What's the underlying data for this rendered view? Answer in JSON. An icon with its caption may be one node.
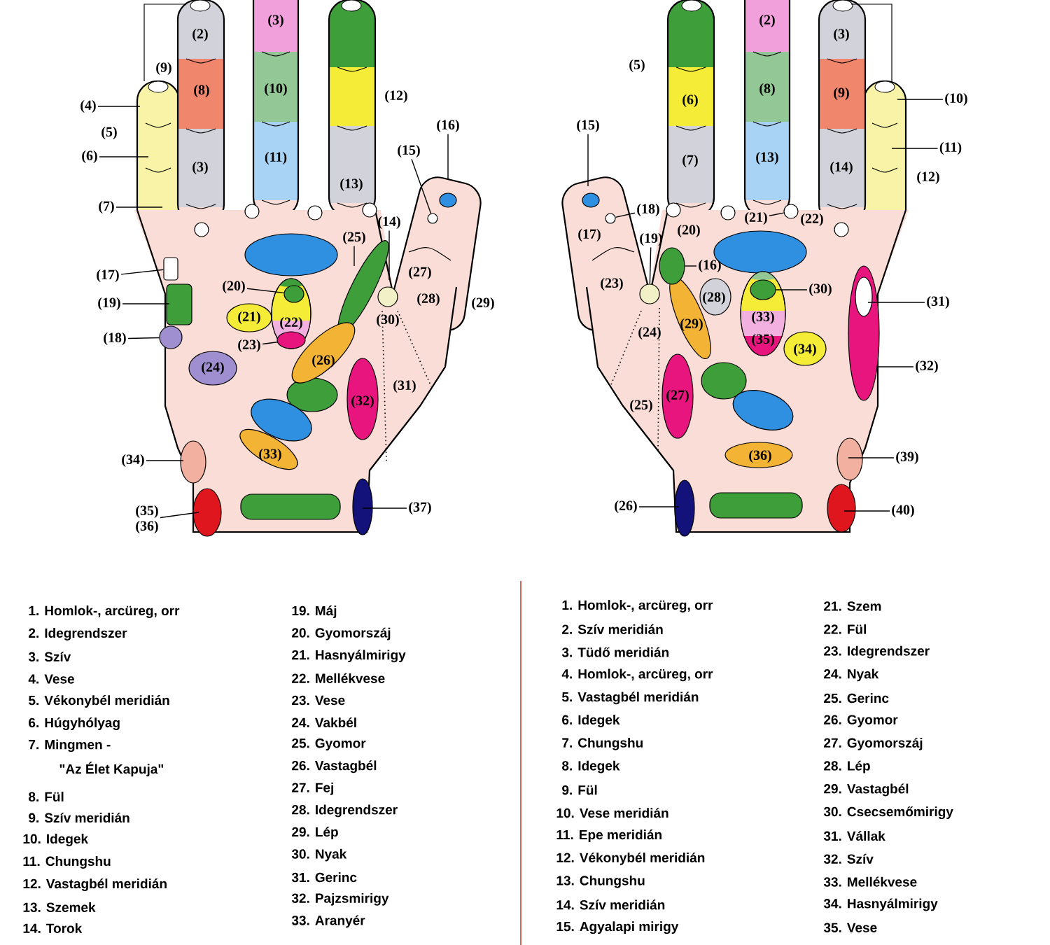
{
  "diagram": {
    "nodes": [
      {
        "text": [
          "(4)"
        ]
      },
      {
        "text": [
          "(6)"
        ]
      },
      {
        "text": [
          "(7)"
        ]
      },
      {
        "text": [
          "(17)"
        ]
      },
      {
        "text": [
          "(19)"
        ]
      },
      {
        "text": [
          "(18)"
        ]
      },
      {
        "text": [
          "(20)"
        ]
      },
      {
        "text": [
          "(23)"
        ]
      },
      {
        "text": [
          "(25)"
        ]
      },
      {
        "text": [
          "(15)"
        ]
      },
      {
        "text": [
          "(16)"
        ]
      },
      {
        "text": [
          "(14)"
        ]
      },
      {
        "text": [
          "(34)"
        ]
      },
      {
        "text": [
          "(35)",
          "(36)"
        ]
      },
      {
        "text": [
          "(37)"
        ]
      },
      {
        "text": [
          "(15)"
        ]
      },
      {
        "text": [
          "(10)"
        ]
      },
      {
        "text": [
          "(11)"
        ]
      },
      {
        "text": [
          "(18)"
        ]
      },
      {
        "text": [
          "(19)"
        ]
      },
      {
        "text": [
          "(21)"
        ]
      },
      {
        "text": [
          "(16)"
        ]
      },
      {
        "text": [
          "(30)"
        ]
      },
      {
        "text": [
          "(31)"
        ]
      },
      {
        "text": [
          "(32)"
        ]
      },
      {
        "text": [
          "(39)"
        ]
      },
      {
        "text": [
          "(26)"
        ]
      },
      {
        "text": [
          "(40)"
        ]
      },
      {
        "text": [],
        "shape": "circle"
      },
      {
        "text": [],
        "shape": "box"
      },
      {
        "text": [],
        "shape": "circle"
      },
      {
        "text": [],
        "shape": "circle"
      },
      {
        "text": [],
        "shape": "circle"
      },
      {
        "text": [],
        "shape": "circle"
      },
      {
        "text": [],
        "shape": "circle"
      },
      {
        "text": [],
        "shape": "circle"
      },
      {
        "text": [],
        "shape": "circle"
      },
      {
        "text": [],
        "shape": "circle"
      }
    ],
    "edges": [
      {
        "from": 0,
        "to": null,
        "arrow": "none"
      },
      {
        "from": 1,
        "to": null,
        "arrow": "none"
      },
      {
        "from": 2,
        "to": null,
        "arrow": "none"
      },
      {
        "from": 3,
        "to": 29,
        "arrow": "none"
      },
      {
        "from": 4,
        "to": null,
        "arrow": "none"
      },
      {
        "from": 5,
        "to": 30,
        "arrow": "none"
      },
      {
        "from": 6,
        "to": 31,
        "arrow": "none"
      },
      {
        "from": 7,
        "to": 32,
        "arrow": "none"
      },
      {
        "from": 8,
        "to": null,
        "arrow": "none"
      },
      {
        "from": 9,
        "to": 33,
        "arrow": "none"
      },
      {
        "from": 10,
        "to": null,
        "arrow": "none"
      },
      {
        "from": 11,
        "to": null,
        "arrow": "none"
      },
      {
        "from": 12,
        "to": null,
        "arrow": "none"
      },
      {
        "from": 13,
        "to": null,
        "arrow": "none"
      },
      {
        "from": 14,
        "to": null,
        "arrow": "none"
      },
      {
        "from": 15,
        "to": null,
        "arrow": "none"
      },
      {
        "from": 16,
        "to": null,
        "arrow": "none"
      },
      {
        "from": 17,
        "to": null,
        "arrow": "none"
      },
      {
        "from": 18,
        "to": 34,
        "arrow": "none"
      },
      {
        "from": 19,
        "to": 28,
        "arrow": "none"
      },
      {
        "from": 20,
        "to": 35,
        "arrow": "none"
      },
      {
        "from": 21,
        "to": 36,
        "arrow": "none"
      },
      {
        "from": 22,
        "to": 37,
        "arrow": "none"
      },
      {
        "from": 23,
        "to": null,
        "arrow": "none"
      },
      {
        "from": 24,
        "to": null,
        "arrow": "none"
      },
      {
        "from": 25,
        "to": null,
        "arrow": "none"
      },
      {
        "from": 26,
        "to": null,
        "arrow": "none"
      },
      {
        "from": 27,
        "to": null,
        "arrow": "none"
      }
    ],
    "labels": [
      "(2)",
      "(8)",
      "(3)",
      "(3)",
      "(10)",
      "(11)",
      "(12)",
      "(13)",
      "(9)",
      "(5)",
      "(27)",
      "(28)",
      "(29)",
      "(30)",
      "(31)",
      "(21)",
      "(22)",
      "(24)",
      "(26)",
      "(32)",
      "(33)",
      "(5)",
      "(2)",
      "(6)",
      "(8)",
      "(3)",
      "(9)",
      "(7)",
      "(13)",
      "(14)",
      "(12)",
      "(17)",
      "(20)",
      "(22)",
      "(23)",
      "(28)",
      "(24)",
      "(29)",
      "(33)",
      "(35)",
      "(34)",
      "(27)",
      "(25)",
      "(36)",
      "1. Homlok-, arcüreg, orr",
      "2. Idegrendszer",
      "3. Szív",
      "4. Vese",
      "5. Vékonybél meridián",
      "6. Húgyhólyag",
      "7. Mingmen - \"Az Élet Kapuja\"",
      "8. Fül",
      "9. Szív meridián",
      "10. Idegek",
      "11. Chungshu",
      "12. Vastagbél meridián",
      "13. Szemek",
      "14. Torok",
      "19. Máj",
      "20. Gyomorszáj",
      "21. Hasnyálmirigy",
      "22. Mellékvese",
      "23. Vese",
      "24. Vakbél",
      "25. Gyomor",
      "26. Vastagbél",
      "27. Fej",
      "28. Idegrendszer",
      "29. Lép",
      "30. Nyak",
      "31. Gerinc",
      "32. Pajzsmirigy",
      "33. Aranyér",
      "1. Homlok-, arcüreg, orr",
      "2. Szív meridián",
      "3. Tüdő meridián",
      "4. Homlok-, arcüreg, orr",
      "5. Vastagbél meridián",
      "6. Idegek",
      "7. Chungshu",
      "8. Idegek",
      "9. Fül",
      "10. Vese meridián",
      "11. Epe meridián",
      "12. Vékonybél meridián",
      "13. Chungshu",
      "14. Szív meridián",
      "15. Agyalapi mirigy",
      "21. Szem",
      "22. Fül",
      "23. Idegrendszer",
      "24. Nyak",
      "25. Gerinc",
      "26. Gyomor",
      "27. Gyomorszáj",
      "28. Lép",
      "29. Vastagbél",
      "30. Csecsemőmirigy",
      "31. Vállak",
      "32. Szív",
      "33. Mellékvese",
      "34. Hasnyálmirigy",
      "35. Vese"
    ]
  }
}
